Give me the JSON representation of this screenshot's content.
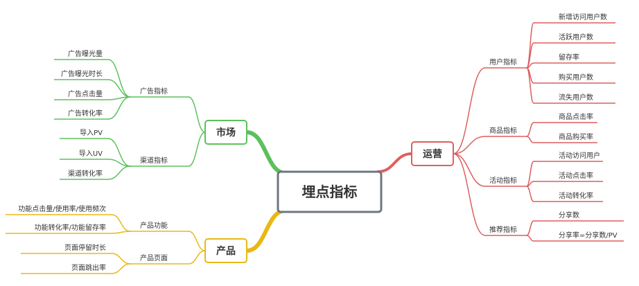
{
  "root": {
    "label": "埋点指标"
  },
  "colors": {
    "market": "#5bc15b",
    "product": "#e8b816",
    "ops": "#dd5f5f",
    "root_border": "#6f767c"
  },
  "branches": [
    {
      "id": "market",
      "label": "市场",
      "side": "left",
      "groups": [
        {
          "label": "广告指标",
          "items": [
            "广告曝光量",
            "广告曝光时长",
            "广告点击量",
            "广告转化率"
          ]
        },
        {
          "label": "渠道指标",
          "items": [
            "导入PV",
            "导入UV",
            "渠道转化率"
          ]
        }
      ]
    },
    {
      "id": "product",
      "label": "产品",
      "side": "left",
      "groups": [
        {
          "label": "产品功能",
          "items": [
            "功能点击量/使用率/使用频次",
            "功能转化率/功能留存率"
          ]
        },
        {
          "label": "产品页面",
          "items": [
            "页面停留时长",
            "页面跳出率"
          ]
        }
      ]
    },
    {
      "id": "ops",
      "label": "运营",
      "side": "right",
      "groups": [
        {
          "label": "用户指标",
          "items": [
            "新增访问用户数",
            "活跃用户数",
            "留存率",
            "购买用户数",
            "流失用户数"
          ]
        },
        {
          "label": "商品指标",
          "items": [
            "商品点击率",
            "商品购买率"
          ]
        },
        {
          "label": "活动指标",
          "items": [
            "活动访问用户",
            "活动点击率",
            "活动转化率"
          ]
        },
        {
          "label": "推荐指标",
          "items": [
            "分享数",
            "分享率=分享数/PV"
          ]
        }
      ]
    }
  ]
}
